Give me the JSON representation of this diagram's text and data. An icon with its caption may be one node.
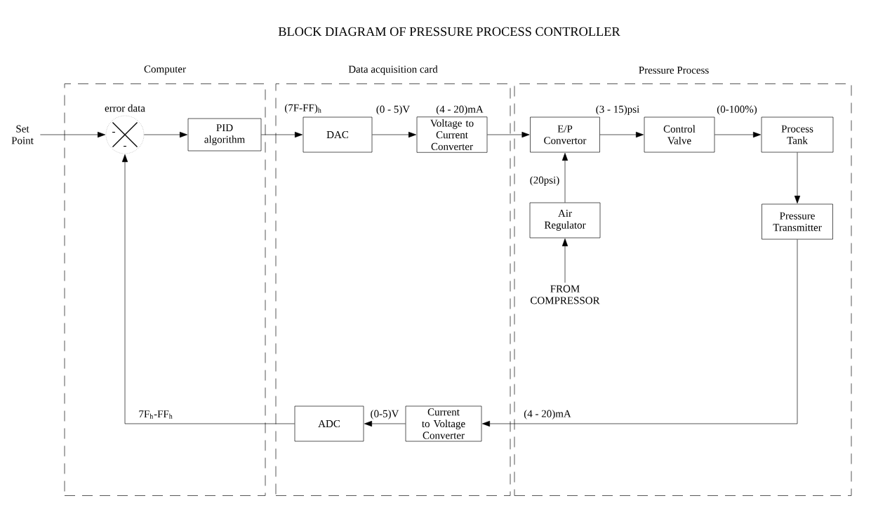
{
  "diagram": {
    "title": "BLOCK DIAGRAM OF PRESSURE PROCESS CONTROLLER",
    "nodes": [
      {
        "text": [
          "Computer"
        ]
      },
      {
        "text": [
          "Data acquisition card"
        ]
      },
      {
        "text": [
          "Pressure Process"
        ]
      },
      {
        "text": [
          "Set Point"
        ]
      },
      {
        "text": [],
        "shape": "circle",
        "in": 0,
        "beside": [
          "error data"
        ]
      },
      {
        "text": [
          "PID algorithm"
        ],
        "in": 0
      },
      {
        "text": [
          "DAC"
        ],
        "in": 1
      },
      {
        "text": [
          "Voltage to Current Converter"
        ],
        "in": 1
      },
      {
        "text": [
          "E/P Convertor"
        ],
        "in": 2
      },
      {
        "text": [
          "Control Valve"
        ],
        "in": 2
      },
      {
        "text": [
          "Process Tank"
        ],
        "in": 2
      },
      {
        "text": [
          "Pressure Transmitter"
        ],
        "in": 2
      },
      {
        "text": [
          "Air Regulator"
        ],
        "in": 2
      },
      {
        "text": [
          "FROM COMPRESSOR"
        ],
        "in": 2
      },
      {
        "text": [
          "Current to Voltage Converter"
        ],
        "in": 1
      },
      {
        "text": [
          "ADC"
        ],
        "in": 1
      }
    ],
    "edges": [
      {
        "from": 3,
        "to": 4,
        "arrow": "to"
      },
      {
        "from": 4,
        "to": 5,
        "arrow": "to"
      },
      {
        "from": 5,
        "to": 6,
        "arrow": "to",
        "label": "(7F-FF)$_{h}$"
      },
      {
        "from": 6,
        "to": 7,
        "arrow": "to",
        "label": "(0 - 5)V"
      },
      {
        "from": 7,
        "to": 8,
        "arrow": "to",
        "label": "(4 - 20)mA"
      },
      {
        "from": 8,
        "to": 9,
        "arrow": "to",
        "label": "(3 - 15)psi"
      },
      {
        "from": 9,
        "to": 10,
        "arrow": "to",
        "label": "(0-100%)"
      },
      {
        "from": 10,
        "to": 11,
        "arrow": "to"
      },
      {
        "from": 11,
        "to": 14,
        "arrow": "to",
        "label": "(4 - 20)mA"
      },
      {
        "from": 14,
        "to": 15,
        "arrow": "to",
        "label": "(0-5)V"
      },
      {
        "from": 15,
        "to": 4,
        "arrow": "to",
        "label": "7F$_{h}$-FF$_{h}$"
      },
      {
        "from": 12,
        "to": 8,
        "arrow": "to",
        "label": "(20psi)"
      },
      {
        "from": 13,
        "to": 12,
        "arrow": "to"
      }
    ],
    "labels": [
      "-",
      "-"
    ]
  }
}
